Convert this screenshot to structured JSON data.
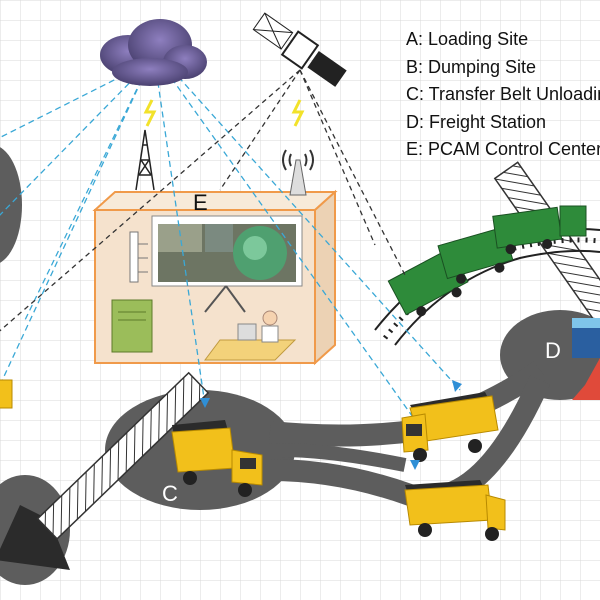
{
  "legend": {
    "items": [
      "A: Loading Site",
      "B: Dumping Site",
      "C: Transfer Belt Unloading",
      "D: Freight Station",
      "E: PCAM Control Center"
    ]
  },
  "labels": {
    "e": "E",
    "c": "C",
    "d": "D"
  },
  "colors": {
    "ground": "#5d5d5d",
    "truck_body": "#f2c01b",
    "train": "#2e8b3a",
    "control_room": "#f5e2cd",
    "signal_line": "#3aa8d6"
  }
}
